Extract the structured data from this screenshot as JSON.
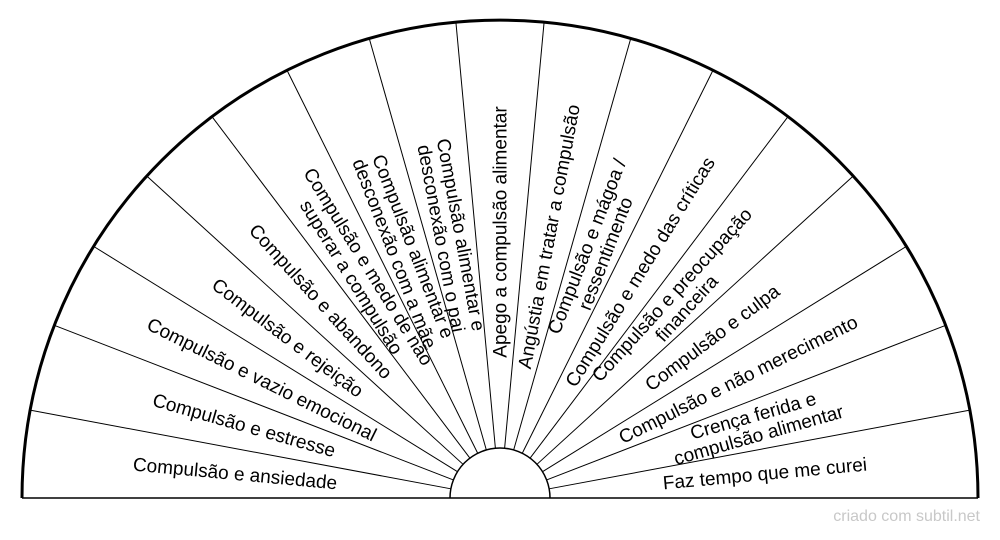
{
  "colors": {
    "line": "#000000",
    "text": "#000000",
    "credit": "#c8c8c8",
    "background": "#ffffff"
  },
  "segments": [
    {
      "lines": [
        "Compulsão e ansiedade"
      ]
    },
    {
      "lines": [
        "Compulsão e estresse"
      ]
    },
    {
      "lines": [
        "Compulsão e vazio emocional"
      ]
    },
    {
      "lines": [
        "Compulsão e rejeição"
      ]
    },
    {
      "lines": [
        "Compulsão e abandono"
      ]
    },
    {
      "lines": [
        "Compulsão e medo de não",
        "superar a compulsão"
      ]
    },
    {
      "lines": [
        "Compulsão alimentar e",
        "desconexão com a mãe"
      ]
    },
    {
      "lines": [
        "Compulsão alimentar e",
        "desconexão com o pai"
      ]
    },
    {
      "lines": [
        "Apego a compulsão alimentar"
      ]
    },
    {
      "lines": [
        "Angústia em tratar a compulsão"
      ]
    },
    {
      "lines": [
        "Compulsão e mágoa /",
        "ressentimento"
      ]
    },
    {
      "lines": [
        "Compulsão e medo das críticas"
      ]
    },
    {
      "lines": [
        "Compulsão e preocupação",
        "financeira"
      ]
    },
    {
      "lines": [
        "Compulsão e culpa"
      ]
    },
    {
      "lines": [
        "Compulsão e não merecimento"
      ]
    },
    {
      "lines": [
        "Crença ferida e",
        "compulsão alimentar"
      ]
    },
    {
      "lines": [
        "Faz tempo que me curei"
      ]
    }
  ],
  "credit": "criado com subtil.net"
}
